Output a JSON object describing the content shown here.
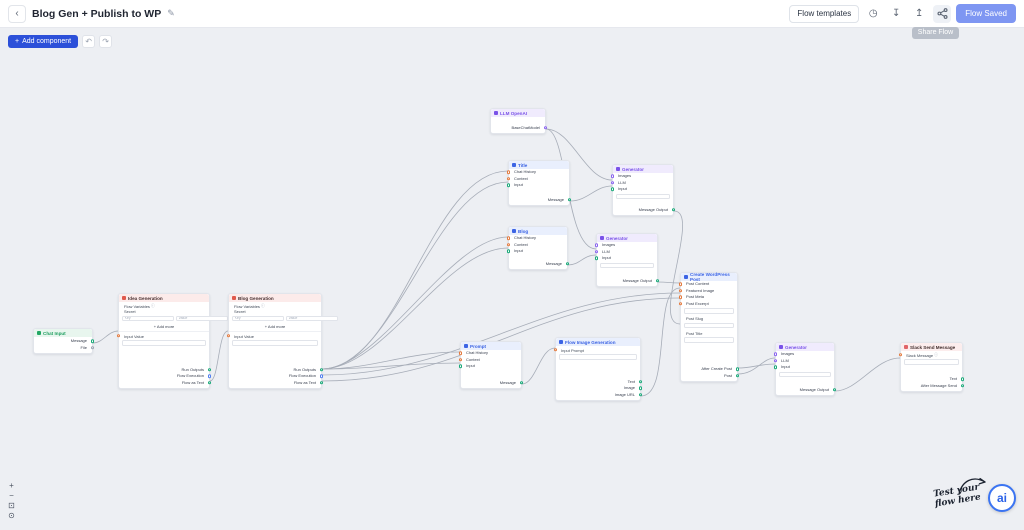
{
  "topbar": {
    "title": "Blog Gen + Publish to WP",
    "flow_templates": "Flow templates",
    "flow_saved": "Flow Saved",
    "share_tooltip": "Share Flow"
  },
  "icons": {
    "back": "‹",
    "edit": "✎",
    "history": "◷",
    "download": "↧",
    "upload": "↥",
    "add": "+",
    "undo": "↶",
    "redo": "↷",
    "zoom_in": "+",
    "zoom_out": "−",
    "fit_view": "⊡",
    "lock": "⊙",
    "info": "ⓘ"
  },
  "canvas_toolbar": {
    "add_component": "Add component"
  },
  "hint": {
    "line1": "Test your",
    "line2": "flow here",
    "logo_text": "ai"
  },
  "colors": {
    "primary_blue": "#2c50d9",
    "saved_blue": "#7e96f2",
    "edge_gray": "#a7adb8",
    "port_green": "#18a978",
    "port_orange": "#e4793c",
    "port_purple": "#8a63ef"
  },
  "nodes": {
    "chat_input": {
      "title": "Chat Input",
      "outputs": [
        "Message",
        "File"
      ]
    },
    "idea_generation": {
      "title": "Idea Generation",
      "flow_variables_label": "Flow Variables",
      "secret_label": "Secret",
      "key_placeholder": "Key",
      "value_placeholder": "Value",
      "add_more_label": "+ Add more",
      "input_value_label": "Input Value",
      "outputs": [
        "Run Outputs",
        "Flow Execution",
        "Flow as Text"
      ]
    },
    "blog_generation": {
      "title": "Blog Generation",
      "flow_variables_label": "Flow Variables",
      "secret_label": "Secret",
      "key_placeholder": "Key",
      "value_placeholder": "Value",
      "add_more_label": "+ Add more",
      "input_value_label": "Input Value",
      "outputs": [
        "Run Outputs",
        "Flow Execution",
        "Flow as Text"
      ]
    },
    "llm_openai": {
      "title": "LLM OpenAI",
      "outputs": [
        "BaseChatModel"
      ]
    },
    "title_node": {
      "title": "Title",
      "inputs": [
        "Chat History",
        "Context",
        "Input"
      ],
      "outputs": [
        "Message"
      ]
    },
    "generator_title": {
      "title": "Generator",
      "inputs": [
        "Images",
        "LLM",
        "Input"
      ],
      "outputs": [
        "Message Output"
      ]
    },
    "blog_node": {
      "title": "Blog",
      "inputs": [
        "Chat History",
        "Context",
        "Input"
      ],
      "outputs": [
        "Message"
      ]
    },
    "generator_blog": {
      "title": "Generator",
      "inputs": [
        "Images",
        "LLM",
        "Input"
      ],
      "outputs": [
        "Message Output"
      ]
    },
    "prompt_node": {
      "title": "Prompt",
      "inputs": [
        "Chat History",
        "Context",
        "Input"
      ],
      "outputs": [
        "Message"
      ]
    },
    "flow_image_generation": {
      "title": "Flow Image Generation",
      "input_prompt_label": "Input Prompt",
      "outputs": [
        "Text",
        "Image",
        "Image URL"
      ]
    },
    "create_wordpress_post": {
      "title": "Create WordPress Post",
      "inputs": [
        "Post Content",
        "Featured Image",
        "Post Meta",
        "Post Excerpt"
      ],
      "post_slug_label": "Post Slug",
      "post_title_label": "Post Title",
      "outputs": [
        "After Create Post",
        "Post"
      ]
    },
    "generator_wp": {
      "title": "Generator",
      "inputs": [
        "Images",
        "LLM",
        "Input"
      ],
      "outputs": [
        "Message Output"
      ]
    },
    "slack_send_message": {
      "title": "Slack Send Message",
      "message_label": "Slack Message",
      "outputs": [
        "Text",
        "After Message Send"
      ]
    }
  }
}
